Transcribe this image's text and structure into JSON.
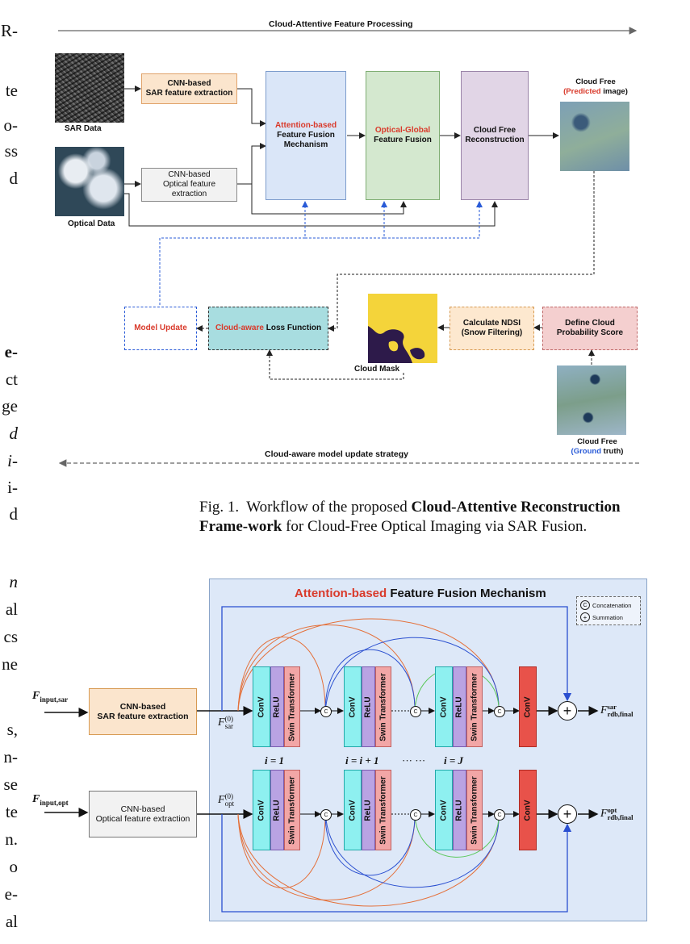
{
  "margin_fragments": [
    "R-",
    "te",
    "o-",
    "ss",
    "d",
    "e-",
    "ct",
    "ge",
    "d",
    "i-",
    "i-",
    "d",
    "n",
    "al",
    "cs",
    "ne",
    "s,",
    "n-",
    "se",
    "te",
    "n.",
    "o",
    "e-",
    "al"
  ],
  "fig1": {
    "top_arrow_label": "Cloud-Attentive Feature Processing",
    "sar_data_label": "SAR Data",
    "optical_data_label": "Optical Data",
    "sar_box": {
      "line1": "CNN-based",
      "line2": "SAR feature extraction"
    },
    "opt_box": {
      "line1": "CNN-based",
      "line2": "Optical feature",
      "line3": "extraction"
    },
    "attention_box": {
      "highlight": "Attention-based",
      "line2": "Feature Fusion",
      "line3": "Mechanism"
    },
    "optical_global_box": {
      "highlight": "Optical-Global",
      "line2": "Feature Fusion"
    },
    "reconstruction_box": {
      "line1": "Cloud Free",
      "line2": "Reconstruction"
    },
    "cloud_free_pred": {
      "line1": "Cloud Free",
      "open": "(",
      "highlight": "Predicted",
      "rest": " image)"
    },
    "model_update": "Model Update",
    "loss_box": {
      "highlight": "Cloud-aware",
      "rest": " Loss Function"
    },
    "cloud_mask_label": "Cloud Mask",
    "ndsi_box": {
      "line1": "Calculate NDSI",
      "line2": "(Snow Filtering)"
    },
    "prob_box": {
      "line1": "Define Cloud",
      "line2": "Probability Score"
    },
    "cloud_free_gt": {
      "line1": "Cloud Free",
      "open": "(",
      "highlight": "Ground",
      "rest": " truth)"
    },
    "bottom_arrow_label": "Cloud-aware model update strategy"
  },
  "caption": {
    "prefix": "Fig. 1.  Workflow of the proposed ",
    "bold": "Cloud-Attentive Reconstruction Frame-work",
    "suffix": " for Cloud-Free Optical Imaging via SAR Fusion."
  },
  "fig2": {
    "title_highlight": "Attention-based",
    "title_rest": " Feature Fusion Mechanism",
    "legend": [
      {
        "symbol": "C",
        "label": "Concatenation"
      },
      {
        "symbol": "+",
        "label": "Summation"
      }
    ],
    "input_sar": {
      "base": "F",
      "sub": "input,sar"
    },
    "input_opt": {
      "base": "F",
      "sub": "input,opt"
    },
    "sar_box": {
      "line1": "CNN-based",
      "line2": "SAR feature extraction"
    },
    "opt_box": {
      "line1": "CNN-based",
      "line2": "Optical feature extraction"
    },
    "f_sar0": {
      "base": "F",
      "sup": "(0)",
      "sub": "sar"
    },
    "f_opt0": {
      "base": "F",
      "sup": "(0)",
      "sub": "opt"
    },
    "block_labels": [
      "ConV",
      "ReLU",
      "Swin Transformer"
    ],
    "final_conv": "ConV",
    "iter_labels": [
      "i = 1",
      "i = i + 1",
      "··· ···",
      "i = J"
    ],
    "concat_symbol": "C",
    "sum_symbol": "+",
    "out_sar": {
      "base": "F",
      "sup": "sar",
      "sub": "rdb,final"
    },
    "out_opt": {
      "base": "F",
      "sup": "opt",
      "sub": "rdb,final"
    }
  }
}
